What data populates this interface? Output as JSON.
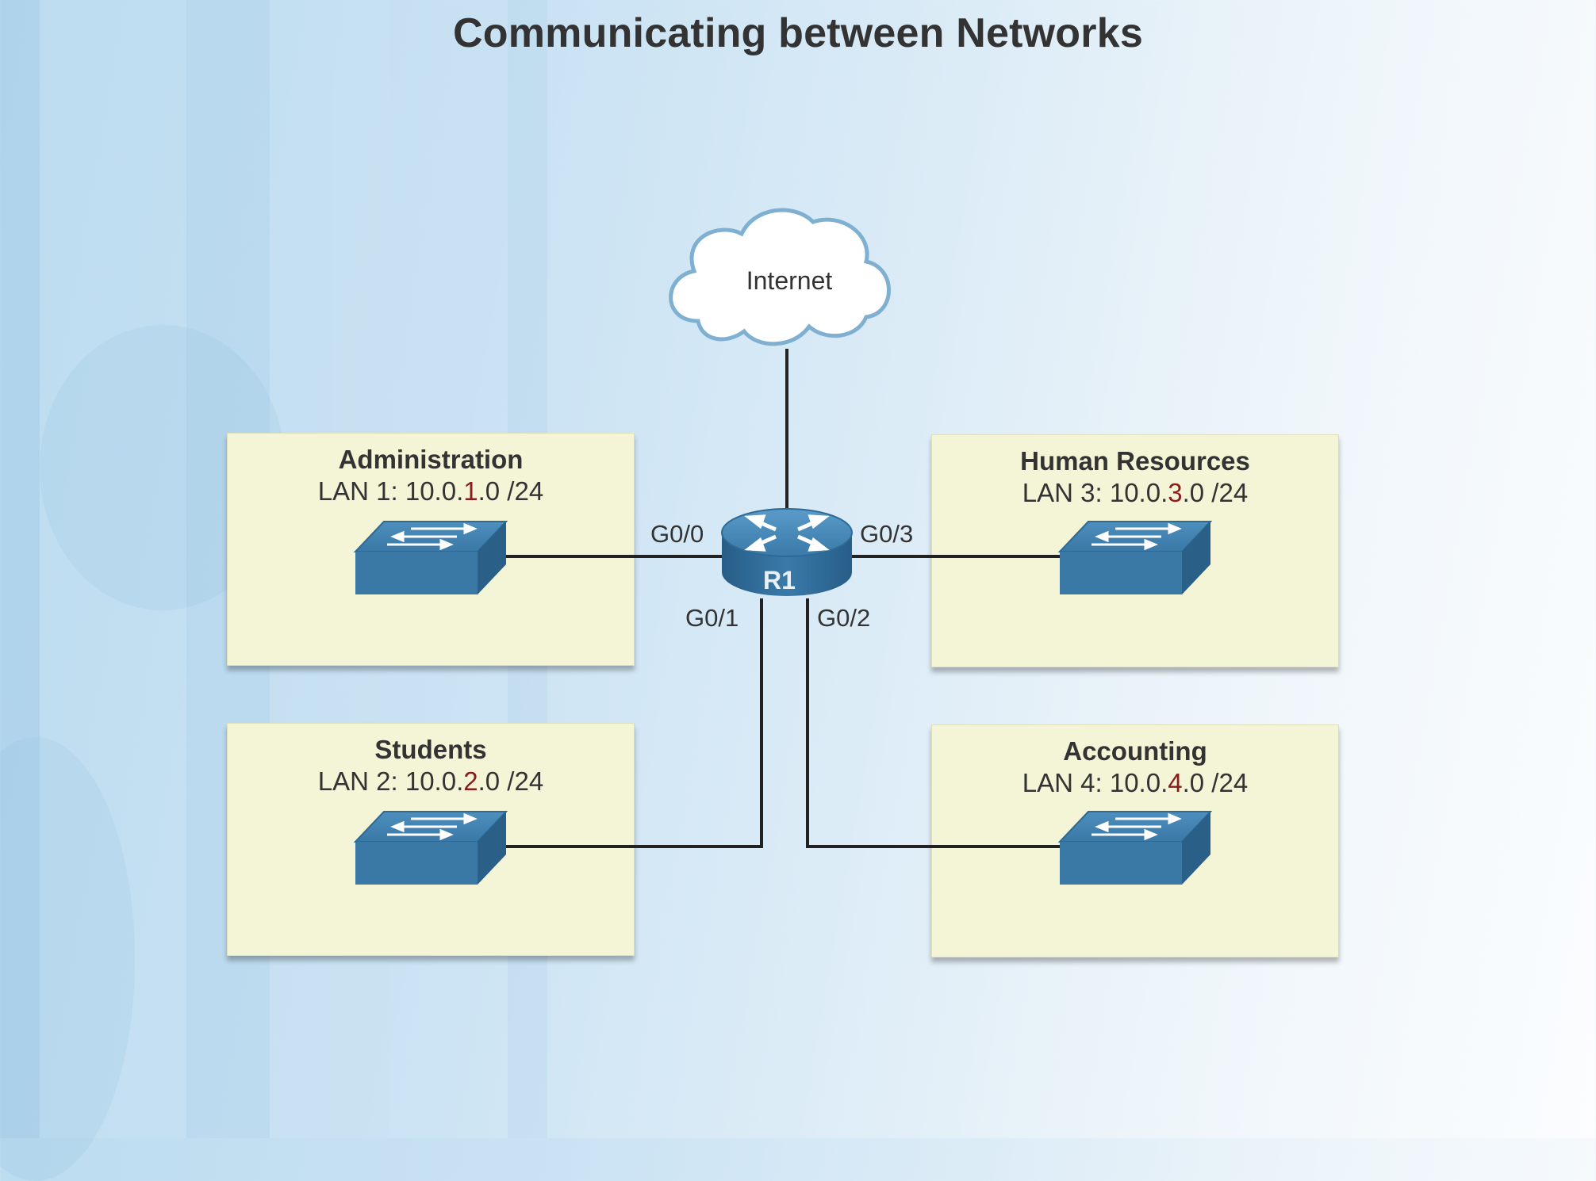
{
  "title": "Communicating between Networks",
  "cloud": {
    "label": "Internet"
  },
  "router": {
    "label": "R1"
  },
  "ports": {
    "g00": "G0/0",
    "g01": "G0/1",
    "g02": "G0/2",
    "g03": "G0/3"
  },
  "lans": [
    {
      "name": "Administration",
      "prefix": "LAN 1: 10.0.",
      "octet": "1",
      "suffix": ".0 /24"
    },
    {
      "name": "Students",
      "prefix": "LAN 2: 10.0.",
      "octet": "2",
      "suffix": ".0 /24"
    },
    {
      "name": "Human Resources",
      "prefix": "LAN 3: 10.0.",
      "octet": "3",
      "suffix": ".0 /24"
    },
    {
      "name": "Accounting",
      "prefix": "LAN 4: 10.0.",
      "octet": "4",
      "suffix": ".0 /24"
    }
  ],
  "colors": {
    "lan_box": "#f4f4d6",
    "device_blue": "#3c7cab",
    "octet_highlight": "#8a1c1c"
  },
  "icons": {
    "cloud": "cloud-icon",
    "router": "router-icon",
    "switch": "switch-icon"
  }
}
